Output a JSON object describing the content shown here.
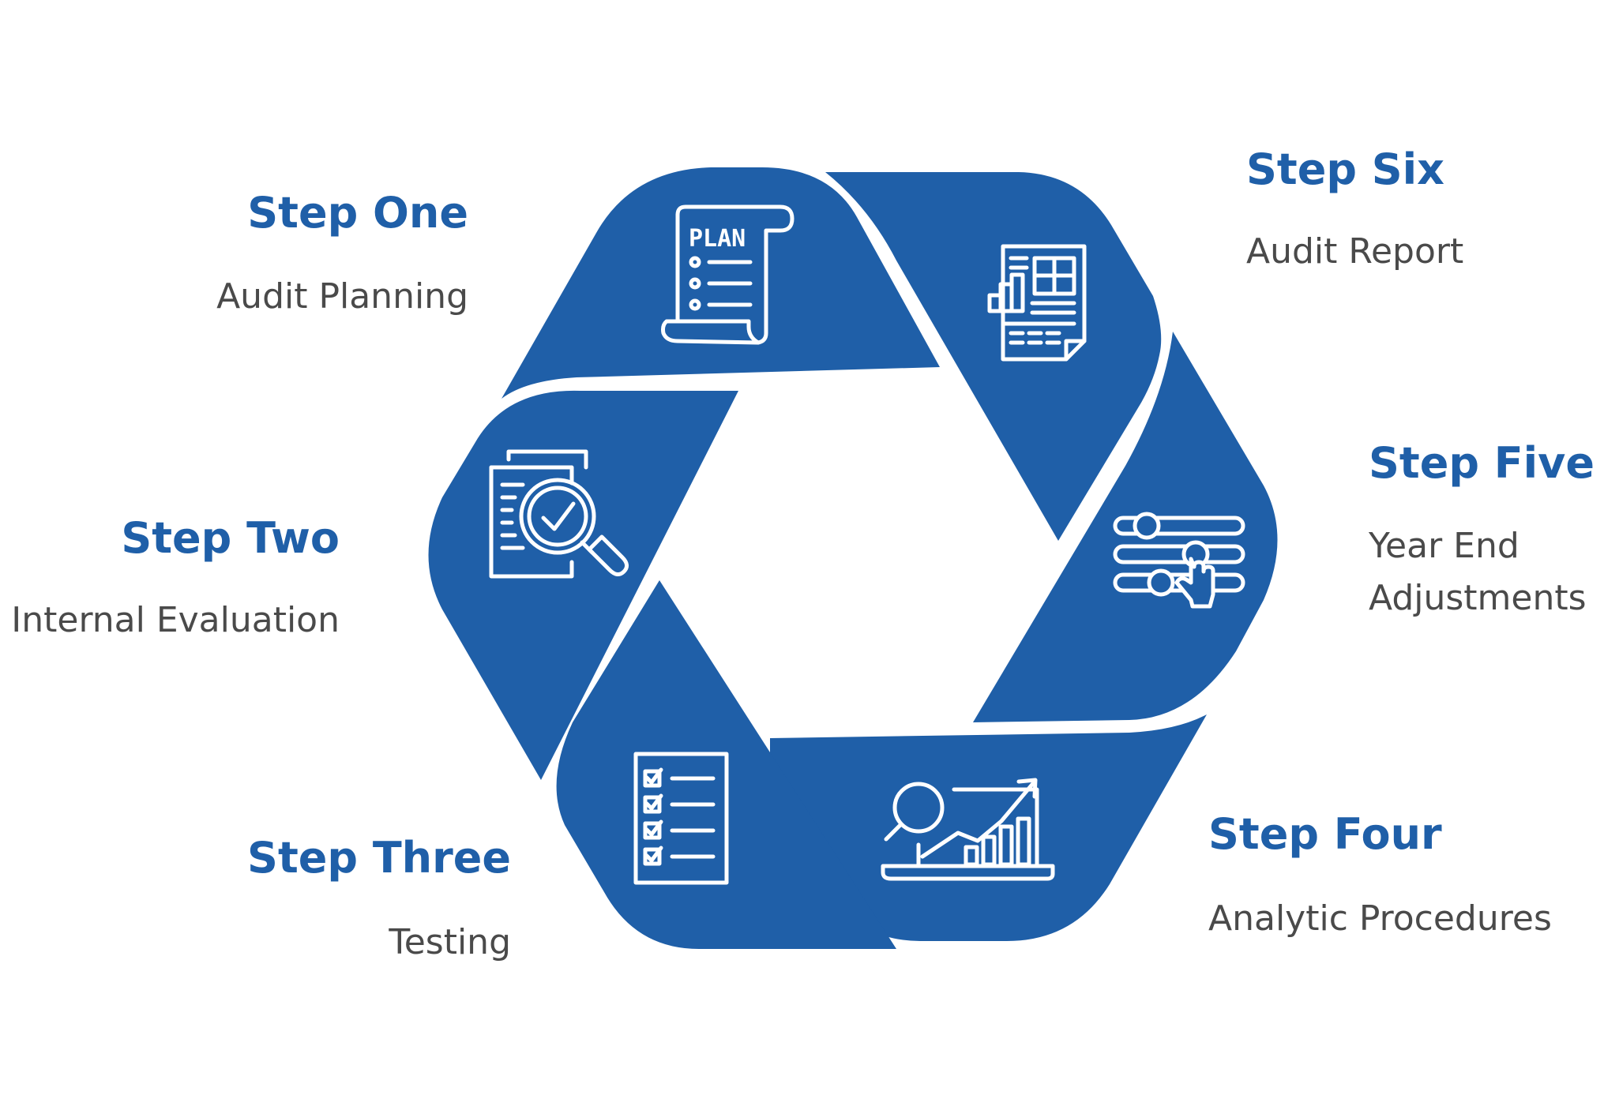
{
  "theme": {
    "accent": "#1f5fa8",
    "text": "#4a4a4a",
    "background": "#ffffff"
  },
  "steps": [
    {
      "title": "Step One",
      "description": "Audit Planning",
      "icon": "plan-document-icon",
      "icon_text": "PLAN"
    },
    {
      "title": "Step Two",
      "description": "Internal Evaluation",
      "icon": "magnifier-check-document-icon"
    },
    {
      "title": "Step Three",
      "description": "Testing",
      "icon": "checklist-icon"
    },
    {
      "title": "Step Four",
      "description": "Analytic Procedures",
      "icon": "laptop-growth-chart-icon"
    },
    {
      "title": "Step Five",
      "description_lines": [
        "Year End",
        "Adjustments"
      ],
      "icon": "sliders-hand-icon"
    },
    {
      "title": "Step Six",
      "description": "Audit Report",
      "icon": "report-document-icon"
    }
  ]
}
